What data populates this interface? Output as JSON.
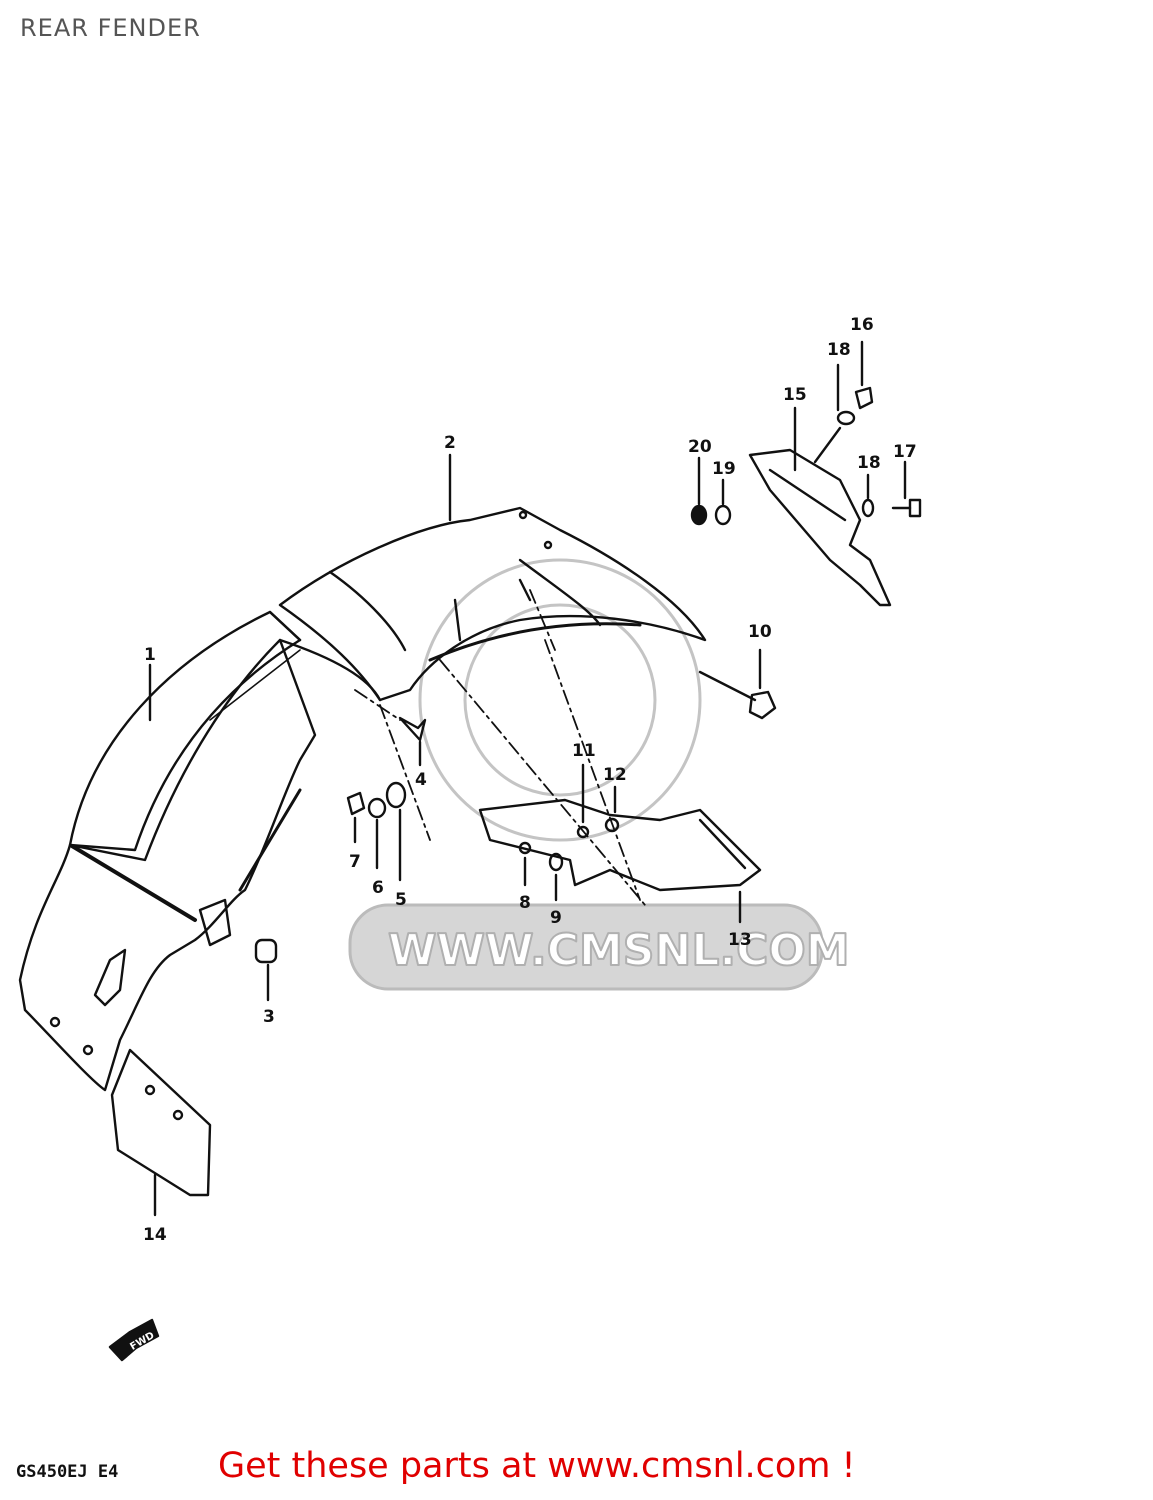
{
  "title": "REAR FENDER",
  "model_code": "GS450EJ E4",
  "footer_cta": "Get these parts at www.cmsnl.com !",
  "watermark_text": "WWW.CMSNL.COM",
  "arrow_label": "FWD",
  "part_numbers": {
    "p1": "1",
    "p2": "2",
    "p3": "3",
    "p4": "4",
    "p5": "5",
    "p6": "6",
    "p7": "7",
    "p8": "8",
    "p9": "9",
    "p10": "10",
    "p11": "11",
    "p12": "12",
    "p13": "13",
    "p14": "14",
    "p15": "15",
    "p16": "16",
    "p17": "17",
    "p18a": "18",
    "p18b": "18",
    "p19": "19",
    "p20": "20"
  },
  "colors": {
    "ink": "#111111",
    "cta": "#e00000",
    "watermark": "#c8c8c8"
  }
}
